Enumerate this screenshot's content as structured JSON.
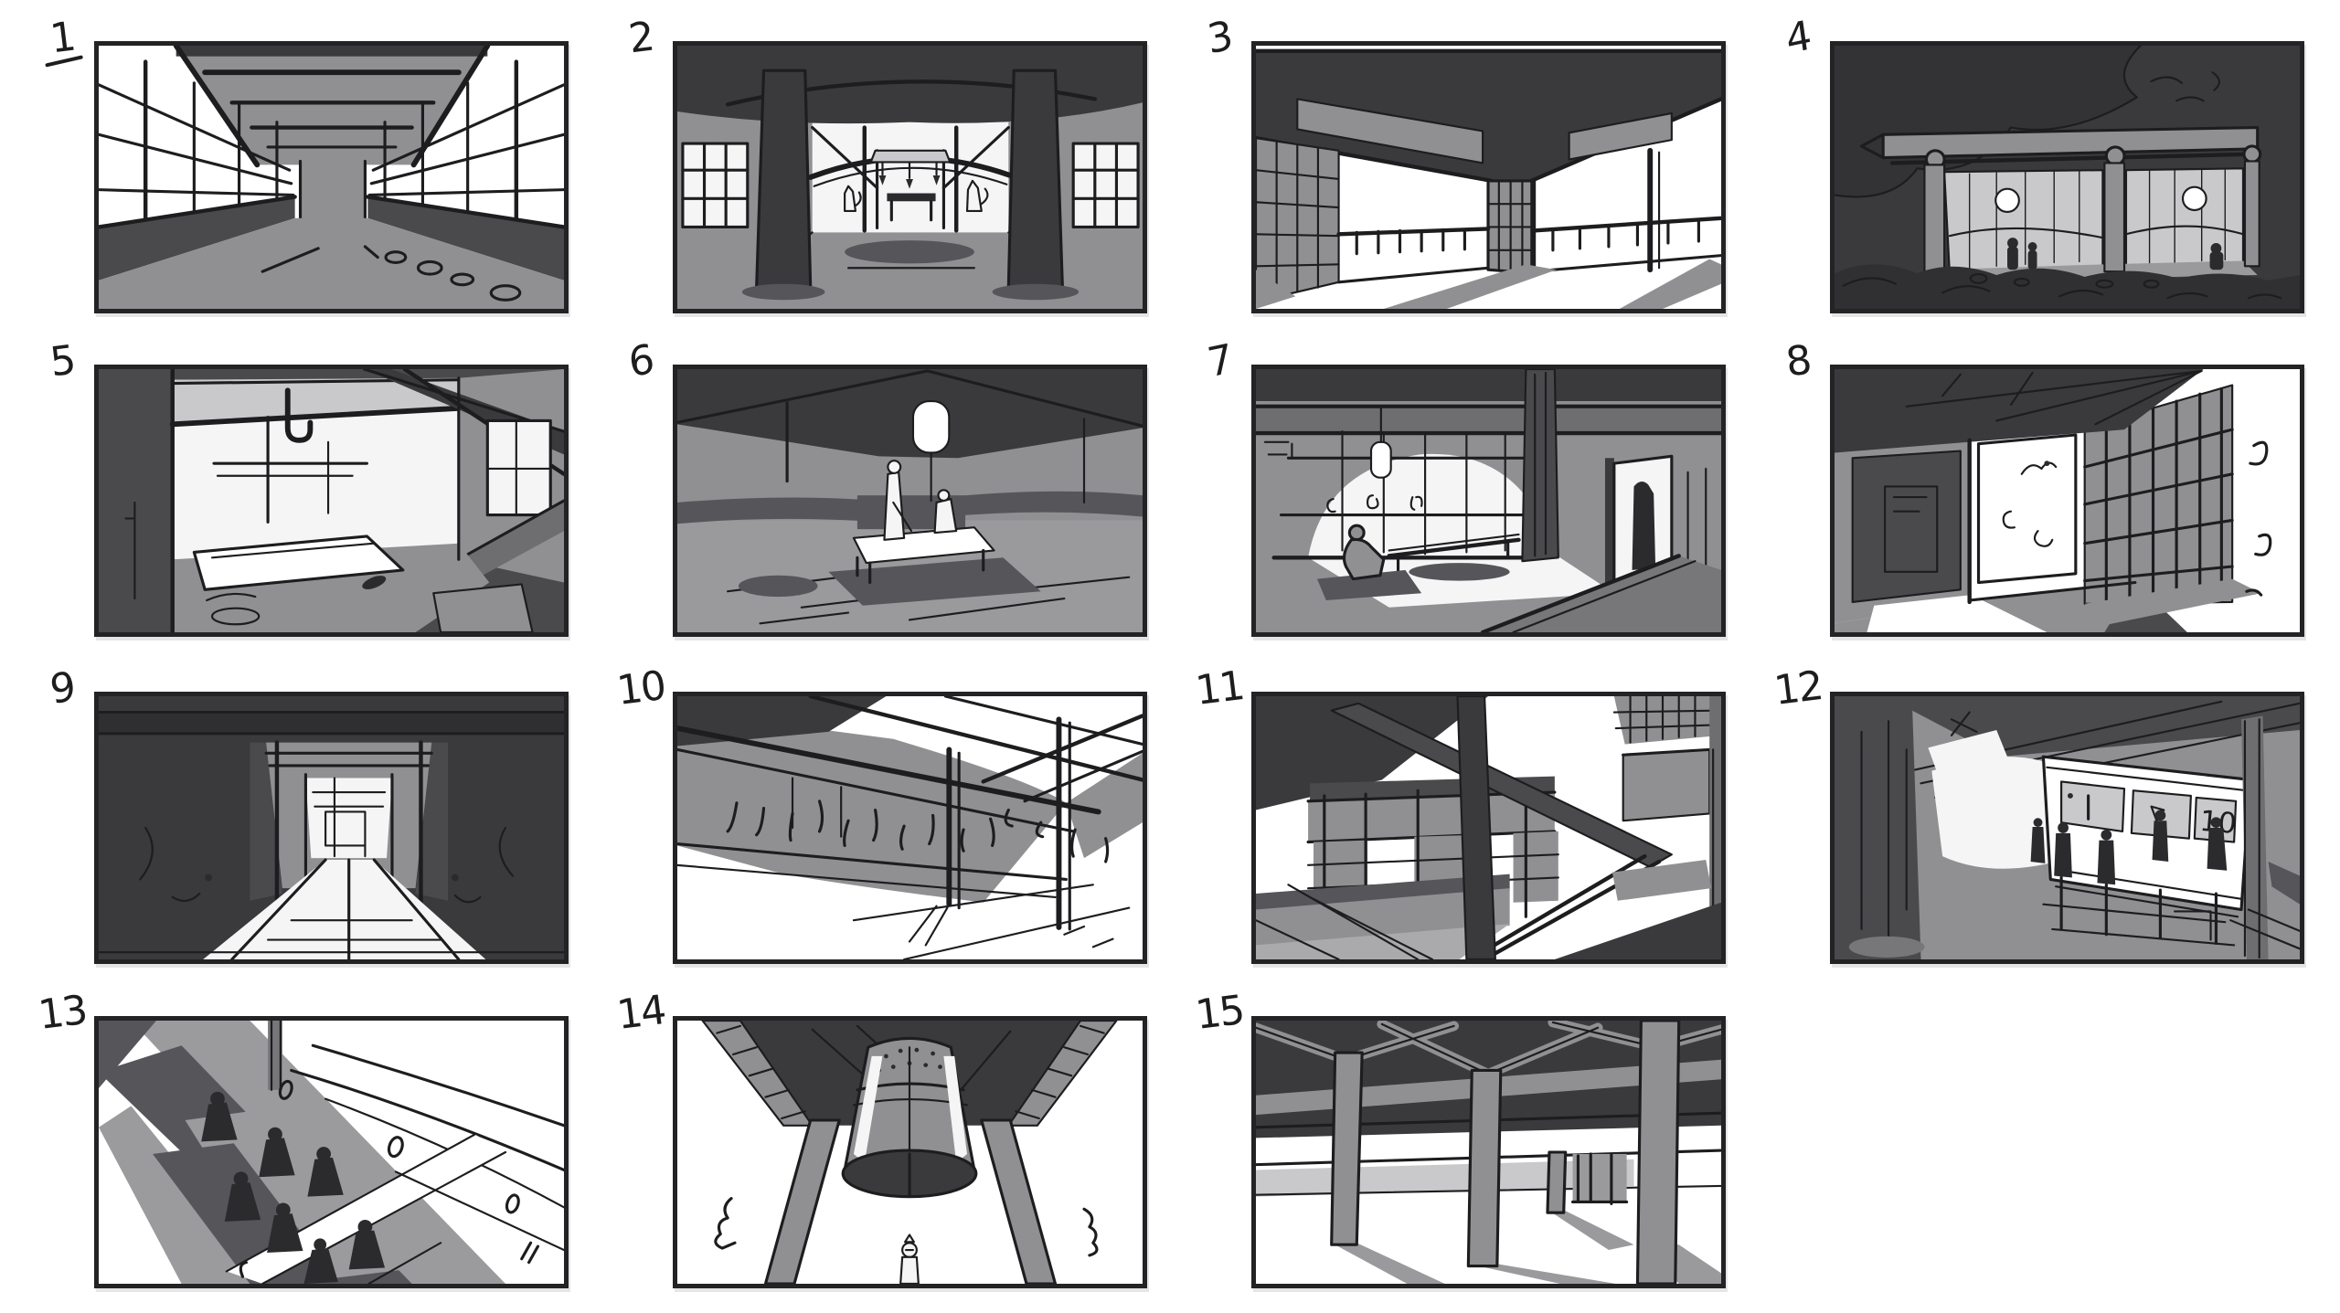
{
  "page": {
    "background": "#ffffff"
  },
  "storyboard": {
    "panel_count": 15,
    "palette": {
      "ink": "#1d1d1f",
      "frame": "#232326",
      "dark": "#3a3a3d",
      "dark_mid": "#4a4a4d",
      "gray": "#909093",
      "gray_deep": "#6e6e71",
      "gray_light": "#c9c9cb",
      "cast_shadow": "#55555a",
      "paper": "#ffffff",
      "off_white": "#f5f5f6"
    },
    "panels": [
      {
        "number": "1",
        "underlined": true,
        "sketch": "corridor-one-point-perspective"
      },
      {
        "number": "2",
        "sketch": "shrine-hall-altar-fox-statues"
      },
      {
        "number": "3",
        "sketch": "veranda-corner-lattice"
      },
      {
        "number": "4",
        "sketch": "night-exterior-lit-windows"
      },
      {
        "number": "5",
        "sketch": "doorway-into-bright-room"
      },
      {
        "number": "6",
        "sketch": "two-figures-low-table-hanging-lamp"
      },
      {
        "number": "7",
        "sketch": "seated-figure-lamp-and-lit-doorway"
      },
      {
        "number": "8",
        "sketch": "dark-alcove-lattice-wall-bright-windows"
      },
      {
        "number": "9",
        "sketch": "symmetric-dark-corridor-bright-floor"
      },
      {
        "number": "10",
        "sketch": "eaves-beams-grass-shadow"
      },
      {
        "number": "11",
        "sketch": "diagonal-stair-beam-structure"
      },
      {
        "number": "12",
        "sketch": "figures-before-lit-signboard",
        "sign_text": "10"
      },
      {
        "number": "13",
        "sketch": "overhead-monks-long-shadows"
      },
      {
        "number": "14",
        "sketch": "temple-bell-from-below"
      },
      {
        "number": "15",
        "sketch": "underfloor-posts-cast-shadows"
      }
    ]
  }
}
